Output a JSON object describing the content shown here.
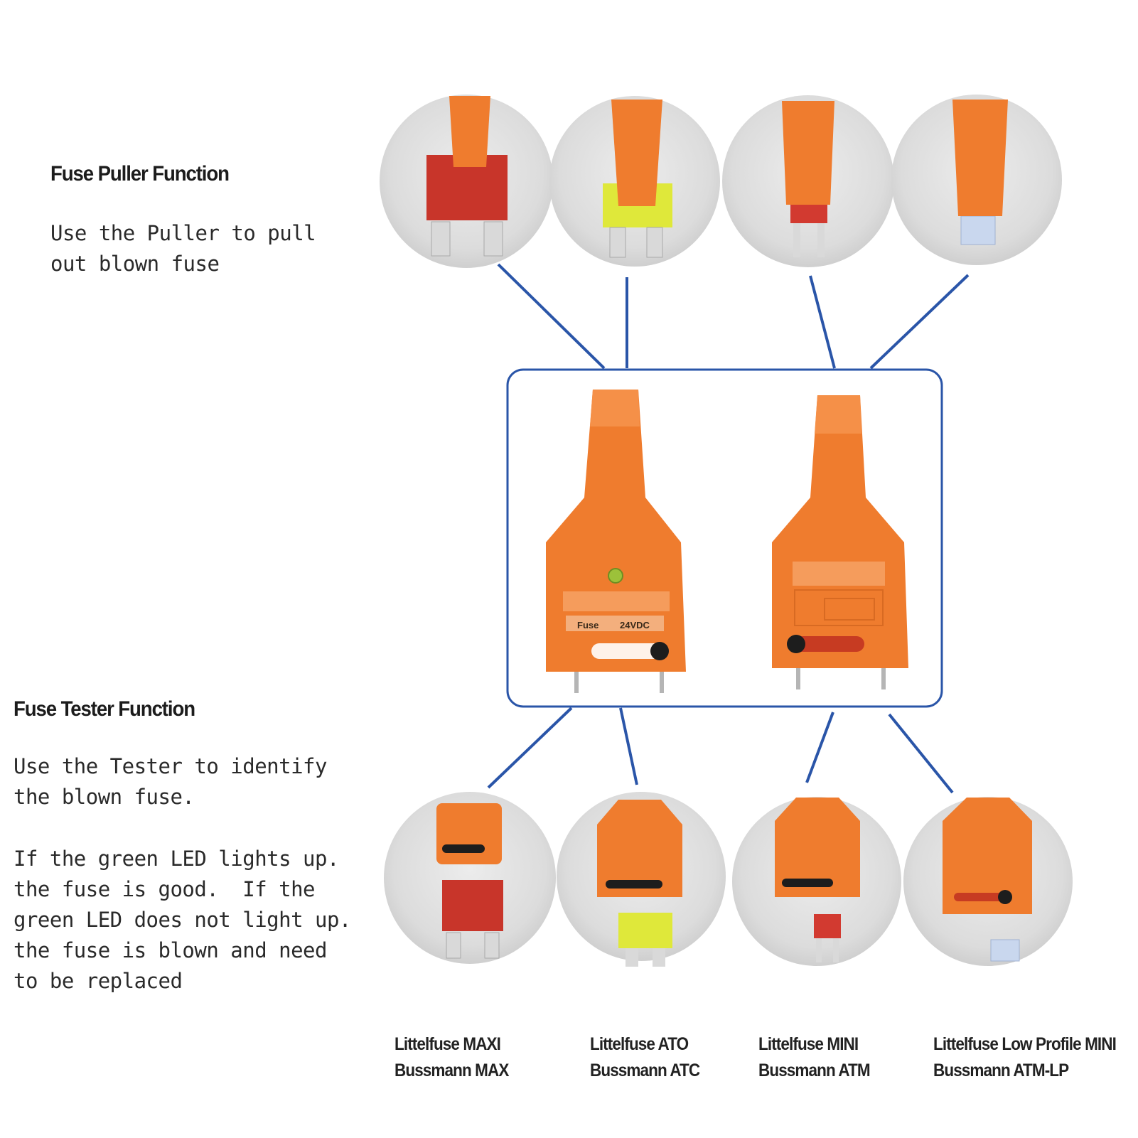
{
  "puller": {
    "heading": "Fuse Puller Function",
    "text": "Use the Puller to pull\nout blown fuse"
  },
  "tester": {
    "heading": "Fuse Tester Function",
    "text1": "Use the Tester to identify\nthe blown fuse.",
    "text2": "If the green LED lights up.\nthe fuse is good.  If the\ngreen LED does not light up.\nthe fuse is blown and need\nto be replaced"
  },
  "tool_label": {
    "left": "Fuse",
    "right": "24VDC"
  },
  "fuse_types": [
    {
      "line1": "Littelfuse MAXI",
      "line2": "Bussmann MAX"
    },
    {
      "line1": "Littelfuse ATO",
      "line2": "Bussmann ATC"
    },
    {
      "line1": "Littelfuse MINI",
      "line2": "Bussmann ATM"
    },
    {
      "line1": "Littelfuse Low Profile MINI",
      "line2": "Bussmann ATM-LP"
    }
  ],
  "colors": {
    "tool_orange": "#ef7c2e",
    "connector_blue": "#2a55a8",
    "led_green": "#9cc13a",
    "maxi_fuse_red": "#c8352a",
    "ato_fuse_yellow": "#dfe83a",
    "mini_fuse_red": "#d23a30",
    "lp_fuse_blue": "#c9d7ee"
  }
}
